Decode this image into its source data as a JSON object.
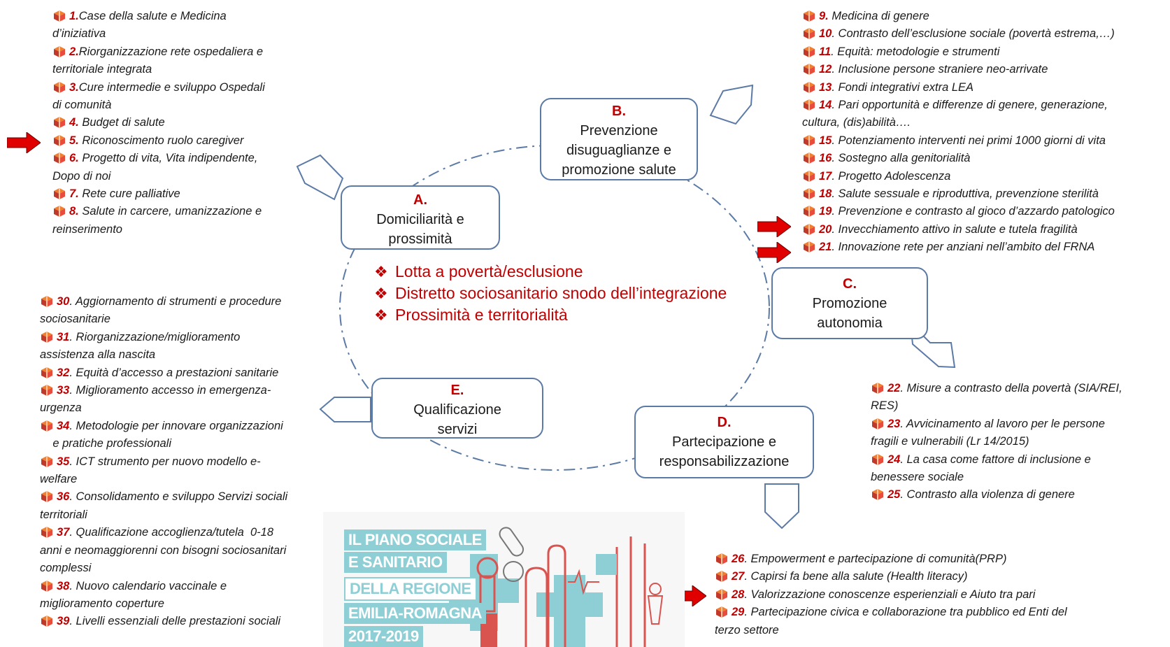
{
  "center_bullets": [
    "Lotta a povertà/esclusione",
    "Distretto sociosanitario snodo dell’integrazione",
    "Prossimità e territorialità"
  ],
  "boxes": {
    "a": {
      "letter": "A.",
      "lines": [
        "Domiciliarità e",
        "prossimità"
      ]
    },
    "b": {
      "letter": "B.",
      "lines": [
        "Prevenzione",
        "disuguaglianze e",
        "promozione salute"
      ]
    },
    "c": {
      "letter": "C.",
      "lines": [
        "Promozione",
        "autonomia"
      ]
    },
    "d": {
      "letter": "D.",
      "lines": [
        "Partecipazione e",
        "responsabilizzazione"
      ]
    },
    "e": {
      "letter": "E.",
      "lines": [
        "Qualificazione",
        "servizi"
      ]
    }
  },
  "list_a": [
    {
      "num": "1.",
      "text": "Case della salute e Medicina"
    },
    {
      "num": "",
      "text": "d’iniziativa"
    },
    {
      "num": "2.",
      "text": "Riorganizzazione rete ospedaliera e"
    },
    {
      "num": "",
      "text": "territoriale integrata"
    },
    {
      "num": "3.",
      "text": "Cure intermedie e sviluppo Ospedali"
    },
    {
      "num": "",
      "text": "di comunità"
    },
    {
      "num": "4.",
      "text": " Budget di salute"
    },
    {
      "num": "5.",
      "text": " Riconoscimento ruolo caregiver"
    },
    {
      "num": "6.",
      "text": " Progetto di vita, Vita indipendente,"
    },
    {
      "num": "",
      "text": "Dopo di noi"
    },
    {
      "num": "7.",
      "text": " Rete cure palliative"
    },
    {
      "num": "8.",
      "text": " Salute in carcere, umanizzazione e"
    },
    {
      "num": "",
      "text": "reinserimento"
    }
  ],
  "list_b": [
    {
      "num": "9.",
      "text": " Medicina di genere"
    },
    {
      "num": "10",
      "text": ". Contrasto dell’esclusione sociale (povertà estrema,…)"
    },
    {
      "num": "11",
      "text": ". Equità: metodologie e strumenti"
    },
    {
      "num": "12",
      "text": ". Inclusione persone straniere neo-arrivate"
    },
    {
      "num": "13",
      "text": ". Fondi integrativi extra LEA"
    },
    {
      "num": "14",
      "text": ". Pari opportunità e differenze di genere, generazione,"
    },
    {
      "num": "",
      "text": "cultura, (dis)abilità…."
    },
    {
      "num": "15",
      "text": ". Potenziamento interventi nei primi 1000 giorni di vita"
    },
    {
      "num": "16",
      "text": ". Sostegno alla genitorialità"
    },
    {
      "num": "17",
      "text": ". Progetto Adolescenza"
    },
    {
      "num": "18",
      "text": ". Salute sessuale e riproduttiva, prevenzione sterilità"
    },
    {
      "num": "19",
      "text": ". Prevenzione e contrasto al gioco d’azzardo patologico"
    },
    {
      "num": "20",
      "text": ". Invecchiamento attivo in salute e tutela fragilità"
    },
    {
      "num": "21",
      "text": ". Innovazione rete per anziani nell’ambito del FRNA"
    }
  ],
  "list_c": [
    {
      "num": "22",
      "text": ". Misure a contrasto della povertà (SIA/REI,"
    },
    {
      "num": "",
      "text": "RES)"
    },
    {
      "num": "23",
      "text": ". Avvicinamento al lavoro per le persone"
    },
    {
      "num": "",
      "text": "fragili e vulnerabili (Lr 14/2015)"
    },
    {
      "num": "24",
      "text": ". La casa come fattore di inclusione e"
    },
    {
      "num": "",
      "text": "benessere sociale"
    },
    {
      "num": "25",
      "text": ". Contrasto alla violenza di genere"
    }
  ],
  "list_d": [
    {
      "num": "26",
      "text": ". Empowerment e partecipazione di comunità(PRP)"
    },
    {
      "num": "27",
      "text": ". Capirsi fa bene alla salute (Health literacy)"
    },
    {
      "num": "28",
      "text": ". Valorizzazione conoscenze esperienziali e Aiuto tra pari"
    },
    {
      "num": "29",
      "text": ". Partecipazione civica e collaborazione tra pubblico ed Enti del"
    },
    {
      "num": "",
      "text": "terzo settore"
    }
  ],
  "list_e": [
    {
      "num": "30",
      "text": ". Aggiornamento di strumenti e procedure"
    },
    {
      "num": "",
      "text": "sociosanitarie"
    },
    {
      "num": "31",
      "text": ". Riorganizzazione/miglioramento"
    },
    {
      "num": "",
      "text": "assistenza alla nascita"
    },
    {
      "num": "32",
      "text": ". Equità d’accesso a prestazioni sanitarie"
    },
    {
      "num": "33",
      "text": ". Miglioramento accesso in emergenza-"
    },
    {
      "num": "",
      "text": "urgenza"
    },
    {
      "num": "34",
      "text": ". Metodologie per innovare organizzazioni"
    },
    {
      "num": "",
      "text": "    e pratiche professionali"
    },
    {
      "num": "35",
      "text": ". ICT strumento per nuovo modello e-"
    },
    {
      "num": "",
      "text": "welfare"
    },
    {
      "num": "36",
      "text": ". Consolidamento e sviluppo Servizi sociali"
    },
    {
      "num": "",
      "text": "territoriali"
    },
    {
      "num": "37",
      "text": ". Qualificazione accoglienza/tutela  0-18"
    },
    {
      "num": "",
      "text": "anni e neomaggiorenni con bisogni sociosanitari"
    },
    {
      "num": "",
      "text": "complessi"
    },
    {
      "num": "38",
      "text": ". Nuovo calendario vaccinale e"
    },
    {
      "num": "",
      "text": "miglioramento coperture"
    },
    {
      "num": "39",
      "text": ". Livelli essenziali delle prestazioni sociali"
    }
  ],
  "poster": {
    "lines": [
      "IL PIANO SOCIALE",
      "E SANITARIO",
      "DELLA REGIONE",
      "EMILIA-ROMAGNA",
      "2017-2019"
    ]
  },
  "colors": {
    "accent_red": "#c00000",
    "box_border": "#5b7aa6",
    "poster_teal": "#8ecfd6"
  },
  "icons": {
    "list_bullet": "gift-box-icon",
    "pointer": "red-arrow-icon",
    "center_bullet": "diamond-bullet-icon"
  }
}
